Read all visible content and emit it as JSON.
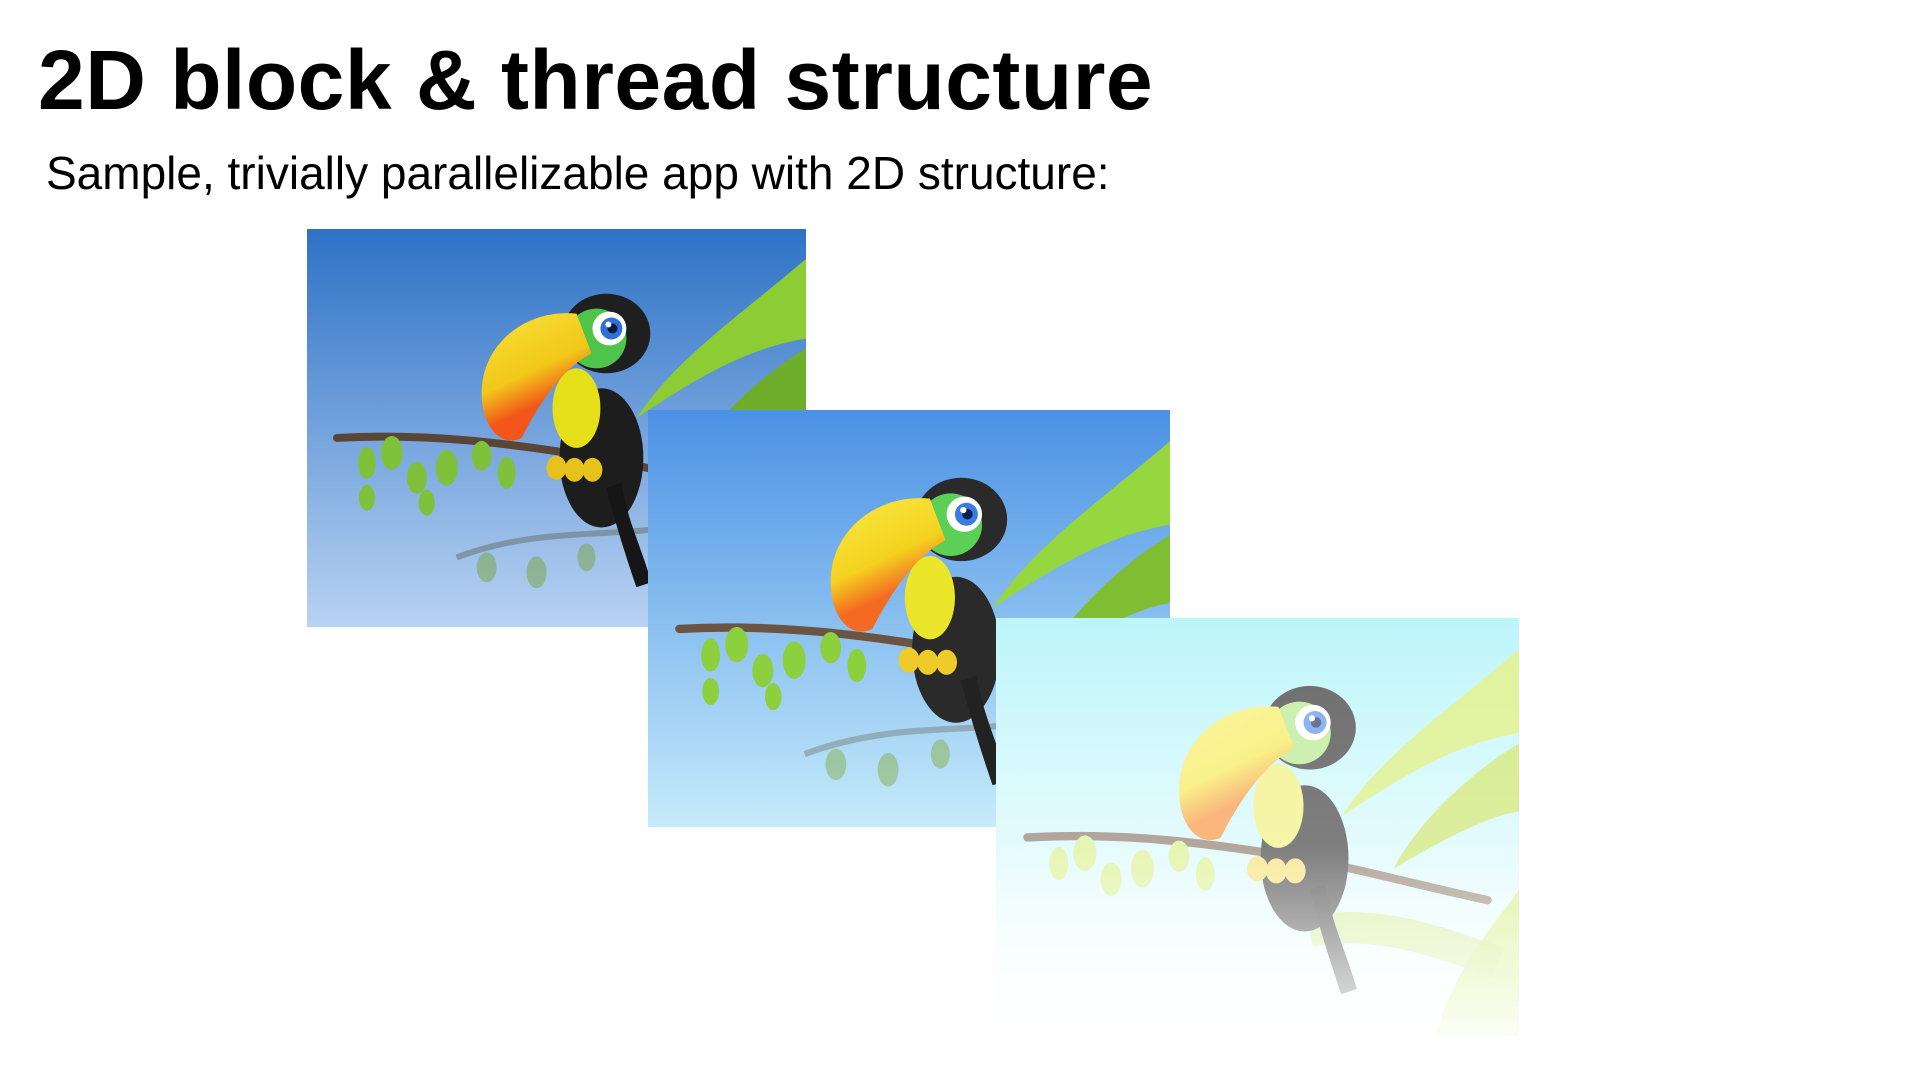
{
  "slide": {
    "title": "2D block & thread structure",
    "subtitle": "Sample, trivially parallelizable app with 2D structure:"
  },
  "images": [
    {
      "name": "toucan-image-original",
      "depicts": "cartoon toucan on a branch, blue sky"
    },
    {
      "name": "toucan-image-brightened",
      "depicts": "cartoon toucan on a branch, lighter blue sky"
    },
    {
      "name": "toucan-image-washed-out",
      "depicts": "cartoon toucan on a branch, pale washed-out colors"
    }
  ],
  "colors": {
    "sky_top_1": "#2e72c6",
    "sky_bottom_1": "#b8d2f2",
    "sky_top_2": "#4b91e4",
    "sky_bottom_2": "#c6ebfb",
    "sky_top_3": "#a6f2f8",
    "sky_bottom_3": "#ffffff",
    "beak_yellow": "#f2d21a",
    "beak_orange": "#f2561a",
    "leaf_green": "#7fc13a",
    "branch_brown": "#5a4636"
  }
}
